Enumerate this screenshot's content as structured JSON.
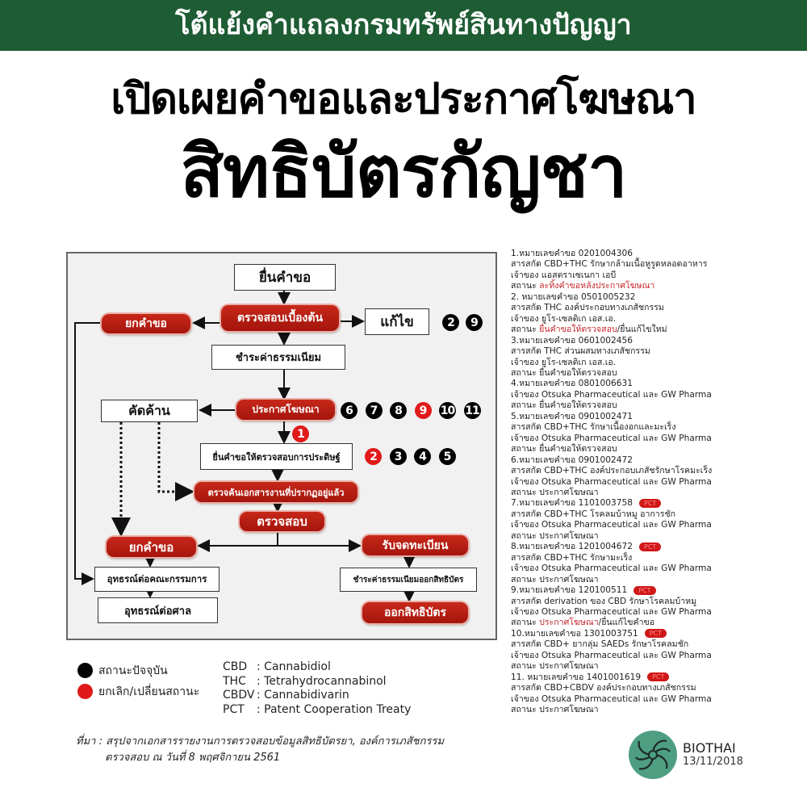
{
  "header": {
    "banner": "โต้แย้งคำแถลงกรมทรัพย์สินทางปัญญา",
    "title_line1": "เปิดเผยคำขอและประกาศโฆษณา",
    "title_line2": "สิทธิบัตรกัญชา"
  },
  "flow": {
    "submit": "ยื่นคำขอ",
    "prelim_check": "ตรวจสอบเบื้องต้น",
    "reject_top": "ยกคำขอ",
    "amend": "แก้ไข",
    "pay_fee": "ชำระค่าธรรมเนียม",
    "publish": "ประกาศโฆษณา",
    "oppose": "คัดค้าน",
    "request_exam": "ยื่นคำขอให้ตรวจสอบการประดิษฐ์",
    "prior_art_search": "ตรวจค้นเอกสารงานที่ปรากฏอยู่แล้ว",
    "examine": "ตรวจสอบ",
    "reject_bottom": "ยกคำขอ",
    "register": "รับจดทะเบียน",
    "appeal_board": "อุทธรณ์ต่อคณะกรรมการ",
    "appeal_court": "อุทธรณ์ต่อศาล",
    "pay_grant_fee": "ชำระค่าธรรมเนียมออกสิทธิบัตร",
    "grant": "ออกสิทธิบัตร",
    "badges_amend": [
      {
        "n": "2",
        "c": "black"
      },
      {
        "n": "9",
        "c": "black"
      }
    ],
    "badges_publish": [
      {
        "n": "6",
        "c": "black"
      },
      {
        "n": "7",
        "c": "black"
      },
      {
        "n": "8",
        "c": "black"
      },
      {
        "n": "9",
        "c": "red"
      },
      {
        "n": "10",
        "c": "black"
      },
      {
        "n": "11",
        "c": "black"
      }
    ],
    "badge_withdrawn": {
      "n": "1",
      "c": "red"
    },
    "badges_exam": [
      {
        "n": "2",
        "c": "red"
      },
      {
        "n": "3",
        "c": "black"
      },
      {
        "n": "4",
        "c": "black"
      },
      {
        "n": "5",
        "c": "black"
      }
    ]
  },
  "applications": [
    {
      "title": "1.หมายเลขคำขอ 0201004306",
      "extract": "สารสกัด CBD+THC รักษากล้ามเนื้อหูรูดหลอดอาหาร",
      "owner": "เจ้าของ แอสตราเซเนกา เอบี",
      "status_label": "สถานะ ",
      "status_red": "ละทิ้งคำขอหลังประกาศโฆษณา",
      "status_rest": ""
    },
    {
      "title": "2. หมายเลขคำขอ 0501005232",
      "extract": "สารสกัด THC องค์ประกอบทางเภสัชกรรม",
      "owner": "เจ้าของ ยูโร-เซลติเก เอส.เอ.",
      "status_label": "สถานะ ",
      "status_red": "ยื่นคำขอให้ตรวจสอบ",
      "status_rest": "/ยื่นแก้ไขใหม่"
    },
    {
      "title": "3.หมายเลขคำขอ 0601002456",
      "extract": "สารสกัด THC ส่วนผสมทางเภสัชกรรม",
      "owner": "เจ้าของ ยูโร-เซลติเก เอส.เอ.",
      "status_label": "สถานะ ยื่นคำขอให้ตรวจสอบ",
      "status_red": "",
      "status_rest": ""
    },
    {
      "title": "4.หมายเลขคำขอ 0801006631",
      "owner": "เจ้าของ Otsuka Pharmaceutical และ GW Pharma",
      "status_label": "สถานะ ยื่นคำขอให้ตรวจสอบ",
      "status_red": "",
      "status_rest": ""
    },
    {
      "title": "5.หมายเลขคำขอ 0901002471",
      "extract": "สารสกัด CBD+THC รักษาเนื้องอกและมะเร็ง",
      "owner": "เจ้าของ Otsuka Pharmaceutical และ GW Pharma",
      "status_label": "สถานะ ยื่นคำขอให้ตรวจสอบ",
      "status_red": "",
      "status_rest": ""
    },
    {
      "title": "6.หมายเลขคำขอ 0901002472",
      "extract": "สารสกัด CBD+THC องค์ประกอบเภสัชรักษาโรคมะเร็ง",
      "owner": "เจ้าของ Otsuka Pharmaceutical และ GW Pharma",
      "status_label": "สถานะ ประกาศโฆษณา",
      "status_red": "",
      "status_rest": ""
    },
    {
      "title": "7.หมายเลขคำขอ 1101003758",
      "pct": "PCT",
      "extract": "สารสกัด CBD+THC โรคลมบ้าหมู อาการชัก",
      "owner": "เจ้าของ Otsuka Pharmaceutical และ GW Pharma",
      "status_label": "สถานะ ประกาศโฆษณา",
      "status_red": "",
      "status_rest": ""
    },
    {
      "title": "8.หมายเลขคำขอ 1201004672",
      "pct": "PCT",
      "extract": "สารสกัด CBD+THC รักษามะเร็ง",
      "owner": "เจ้าของ Otsuka Pharmaceutical และ GW Pharma",
      "status_label": "สถานะ ประกาศโฆษณา",
      "status_red": "",
      "status_rest": ""
    },
    {
      "title": "9.หมายเลขคำขอ 120100511",
      "pct": "PCT",
      "extract": "สารสกัด derivation ของ CBD รักษาโรคลมบ้าหมู",
      "owner": "เจ้าของ  Otsuka Pharmaceutical และ GW Pharma",
      "status_label": "สถานะ ",
      "status_red": "ประกาศโฆษณา",
      "status_rest": "/ยื่นแก้ไขคำขอ"
    },
    {
      "title": "10.หมายเลขคำขอ 1301003751",
      "pct": "PCT",
      "extract": "สารสกัด CBD+ ยากลุ่ม SAEDs รักษาโรคลมชัก",
      "owner": "เจ้าของ Otsuka Pharmaceutical และ GW Pharma",
      "status_label": "สถานะ ประกาศโฆษณา",
      "status_red": "",
      "status_rest": ""
    },
    {
      "title": "11. หมายเลขคำขอ 1401001619",
      "pct": "PCT",
      "extract": "สารสกัด CBD+CBDV องค์ประกอบทางเภสัชกรรม",
      "owner": "เจ้าของ Otsuka Pharmaceutical และ GW Pharma",
      "status_label": "สถานะ ประกาศโฆษณา",
      "status_red": "",
      "status_rest": ""
    }
  ],
  "legend": {
    "current": "สถานะปัจจุบัน",
    "changed": "ยกเลิก/เปลี่ยนสถานะ",
    "colors": {
      "current": "#000000",
      "changed": "#e01a1a"
    }
  },
  "abbreviations": [
    {
      "abbr": "CBD",
      "def": ": Cannabidiol"
    },
    {
      "abbr": "THC",
      "def": ": Tetrahydrocannabinol"
    },
    {
      "abbr": "CBDV",
      "def": ": Cannabidivarin"
    },
    {
      "abbr": "PCT",
      "def": ": Patent Cooperation Treaty"
    }
  ],
  "source": {
    "line1": "ที่มา : สรุปจากเอกสารรายงานการตรวจสอบข้อมูลสิทธิบัตรยา, องค์การเภสัชกรรม",
    "line2": "ตรวจสอบ ณ วันที่ 8 พฤศจิกายน 2561"
  },
  "brand": {
    "name": "BIOTHAI",
    "date": "13/11/2018",
    "color": "#4e9e82"
  }
}
